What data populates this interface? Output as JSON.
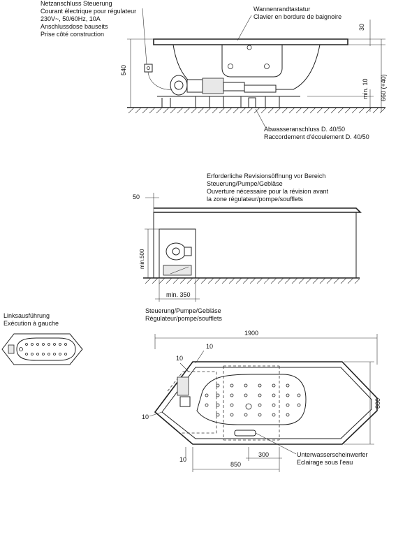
{
  "side_view": {
    "supply_note": [
      "Netzanschluss Steuerung",
      "Courant électrique pour régulateur",
      "230V~, 50/60Hz, 10A",
      "Anschlussdose bauseits",
      "Prise côté construction"
    ],
    "keypad_note": [
      "Wannenrandtastatur",
      "Clavier en bordure de baignoire"
    ],
    "drain_note": [
      "Abwasseranschluss D. 40/50",
      "Raccordement d'écoulement D. 40/50"
    ],
    "dim_height": "540",
    "dim_rim": "30",
    "dim_min10": "min. 10",
    "dim_660": "660 (+40)"
  },
  "front_view": {
    "revision_note": [
      "Erforderliche Revisionsöffnung vor Bereich",
      "Steuerung/Pumpe/Gebläse",
      "Ouverture nécessaire pour la révision avant",
      "la zone régulateur/pompe/soufflets"
    ],
    "dim_50": "50",
    "dim_min500": "min.500",
    "dim_min350": "min. 350"
  },
  "plan_view": {
    "unit_note": [
      "Steuerung/Pumpe/Gebläse",
      "Régulateur/pompe/soufflets"
    ],
    "dim_1900": "1900",
    "dim_800": "800",
    "dim_10a": "10",
    "dim_10b": "10",
    "dim_10c": "10",
    "dim_10d": "10",
    "dim_300": "300",
    "dim_850": "850",
    "light_note": [
      "Unterwasserscheinwerfer",
      "Eclairage sous l'eau"
    ]
  },
  "left_version": {
    "note": [
      "Linksausführung",
      "Exécution à gauche"
    ]
  }
}
